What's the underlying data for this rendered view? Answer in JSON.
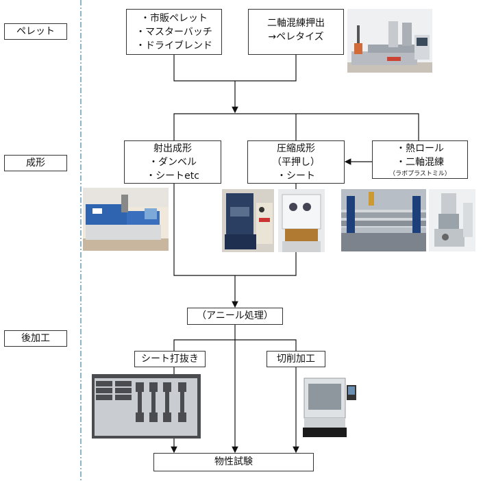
{
  "stages": {
    "pellet": "ペレット",
    "molding": "成形",
    "post": "後加工"
  },
  "pellet_box": {
    "lines": [
      "・市販ペレット",
      "・マスターバッチ",
      "・ドライブレンド"
    ]
  },
  "twin_box": {
    "lines": [
      "二軸混練押出",
      "→ペレタイズ"
    ]
  },
  "injection_box": {
    "lines": [
      "射出成形",
      "・ダンベル",
      "・シートetc"
    ]
  },
  "compression_box": {
    "lines": [
      "圧縮成形",
      "（平押し）",
      "・シート"
    ]
  },
  "roll_box": {
    "lines": [
      "・熱ロール",
      "・二軸混練",
      "（ラボプラストミル）"
    ]
  },
  "anneal_box": {
    "text": "（アニール処理）"
  },
  "punch_box": {
    "text": "シート打抜き"
  },
  "cutting_box": {
    "text": "切削加工"
  },
  "test_box": {
    "text": "物性試験"
  },
  "colors": {
    "divider": "#4a8fb8",
    "line": "#111111",
    "machine_blue": "#2f64b0",
    "sheet_gray": "#8d8f93"
  }
}
